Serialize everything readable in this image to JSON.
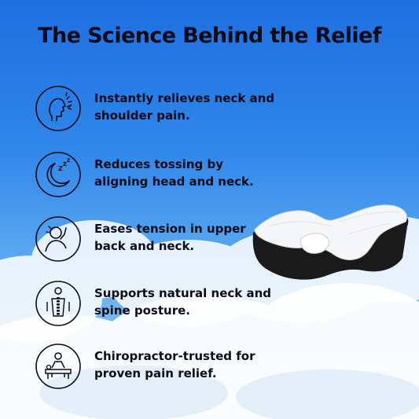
{
  "title": "The Science Behind the Relief",
  "features": [
    {
      "icon": "neck-pain-icon",
      "text": "Instantly relieves neck and shoulder pain."
    },
    {
      "icon": "sleep-moon-icon",
      "text": "Reduces tossing by aligning head and neck."
    },
    {
      "icon": "tension-relief-icon",
      "text": "Eases tension in upper back and neck."
    },
    {
      "icon": "spine-posture-icon",
      "text": "Supports natural neck and spine posture."
    },
    {
      "icon": "chiropractor-icon",
      "text": "Chiropractor-trusted for proven pain relief."
    }
  ],
  "colors": {
    "sky_top": "#1f6fe0",
    "sky_bottom": "#a9d0f2",
    "text": "#0b0b1a",
    "pillow_dark": "#1a1a1a"
  }
}
